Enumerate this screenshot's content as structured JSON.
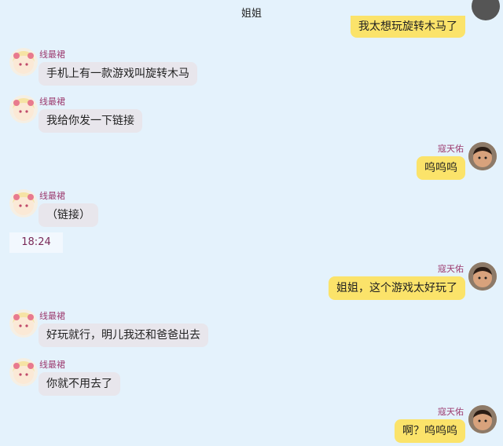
{
  "header": {
    "title": "姐姐"
  },
  "top_partial": {
    "text": "我太想玩旋转木马了"
  },
  "messages": [
    {
      "side": "left",
      "name": "线最裙",
      "text": "手机上有一款游戏叫旋转木马"
    },
    {
      "side": "left",
      "name": "线最裙",
      "text": "我给你发一下链接"
    },
    {
      "side": "right",
      "name": "寇天佑",
      "text": "呜呜呜"
    },
    {
      "side": "left",
      "name": "线最裙",
      "text": "（链接）"
    },
    {
      "side": "right",
      "name": "寇天佑",
      "text": "姐姐，这个游戏太好玩了"
    },
    {
      "side": "left",
      "name": "线最裙",
      "text": "好玩就行，明儿我还和爸爸出去"
    },
    {
      "side": "left",
      "name": "线最裙",
      "text": "你就不用去了"
    },
    {
      "side": "right",
      "name": "寇天佑",
      "text": "啊？呜呜呜"
    }
  ],
  "timestamp": "18:24",
  "avatars": {
    "left": "girl-avatar",
    "right": "boy-avatar"
  }
}
